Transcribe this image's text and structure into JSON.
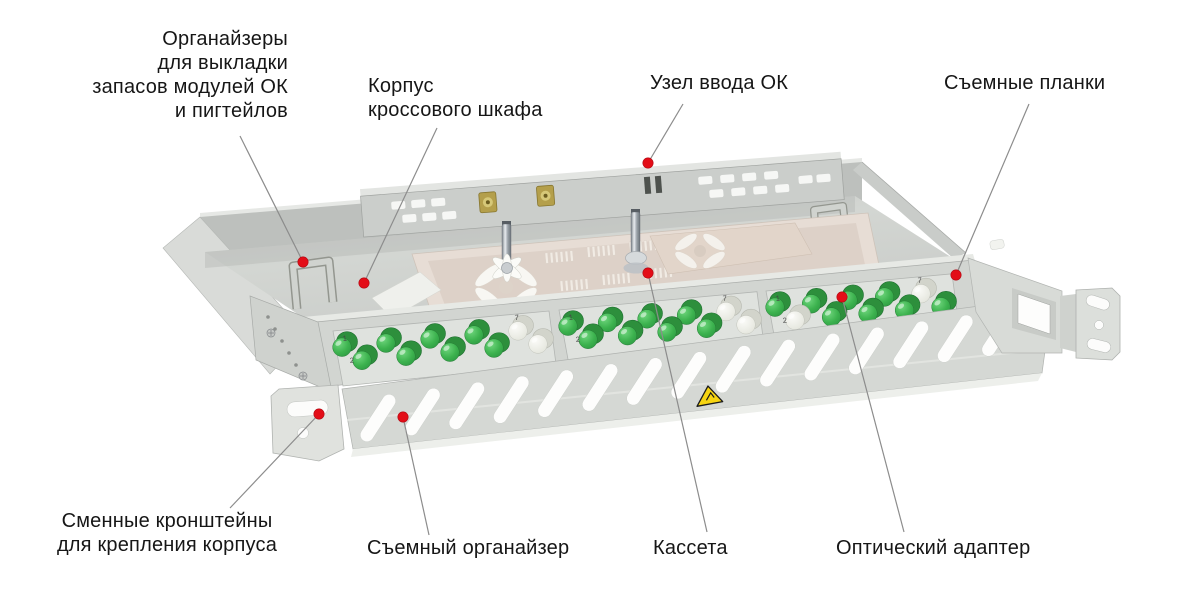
{
  "page": {
    "background": "#ffffff"
  },
  "colors": {
    "metal_light": "#d9dbd8",
    "metal_mid": "#cbcecb",
    "metal_dark": "#bdc0bd",
    "connector_green": "#3cb24e",
    "connector_white": "#f1f2ec",
    "brass": "#b49f4b",
    "warning_yellow": "#f6d411",
    "marker_red": "#e30d17",
    "leader_gray": "#8c8c8c",
    "label_text": "#161616"
  },
  "labels": {
    "organizers": {
      "text": "Органайзеры\nдля выкладки\nзапасов модулей ОК\nи пигтейлов"
    },
    "case": {
      "text": "Корпус\nкроссового шкафа"
    },
    "entry_unit": {
      "text": "Узел ввода ОК"
    },
    "strips": {
      "text": "Съемные планки"
    },
    "brackets": {
      "text": "Сменные кронштейны\nдля крепления корпуса"
    },
    "organizer": {
      "text": "Съемный органайзер"
    },
    "cassette": {
      "text": "Кассета"
    },
    "adapter": {
      "text": "Оптический адаптер"
    }
  },
  "annotations": {
    "line_color": "#8c8c8c",
    "marker_color": "#e30d17",
    "callouts": [
      {
        "id": "organizers",
        "line": [
          240,
          136,
          303,
          262
        ],
        "dot": [
          303,
          262
        ]
      },
      {
        "id": "case",
        "line": [
          437,
          128,
          364,
          283
        ],
        "dot": [
          364,
          283
        ]
      },
      {
        "id": "entry-unit",
        "line": [
          683,
          104,
          648,
          163
        ],
        "dot": [
          648,
          163
        ]
      },
      {
        "id": "strips",
        "line": [
          1029,
          104,
          956,
          275
        ],
        "dot": [
          956,
          275
        ]
      },
      {
        "id": "brackets",
        "line": [
          230,
          508,
          319,
          414
        ],
        "dot": [
          319,
          414
        ]
      },
      {
        "id": "organizer",
        "line": [
          429,
          535,
          403,
          417
        ],
        "dot": [
          403,
          417
        ]
      },
      {
        "id": "cassette",
        "line": [
          707,
          532,
          648,
          273
        ],
        "dot": [
          648,
          273
        ]
      },
      {
        "id": "adapter",
        "line": [
          904,
          532,
          842,
          297
        ],
        "dot": [
          842,
          297
        ]
      }
    ]
  },
  "device": {
    "port_digits": [
      "1",
      "2",
      "7"
    ],
    "slot_count": 15,
    "plates": [
      {
        "top": [
          "green",
          "green",
          "green",
          "green",
          "white"
        ],
        "bottom": [
          "green",
          "green",
          "green",
          "green",
          "white"
        ]
      },
      {
        "top": [
          "green",
          "green",
          "green",
          "green",
          "white"
        ],
        "bottom": [
          "green",
          "green",
          "green",
          "green",
          "white"
        ]
      },
      {
        "top": [
          "green",
          "green",
          "green",
          "green",
          "white"
        ],
        "bottom": [
          "white",
          "green",
          "green",
          "green",
          "green"
        ]
      }
    ]
  }
}
